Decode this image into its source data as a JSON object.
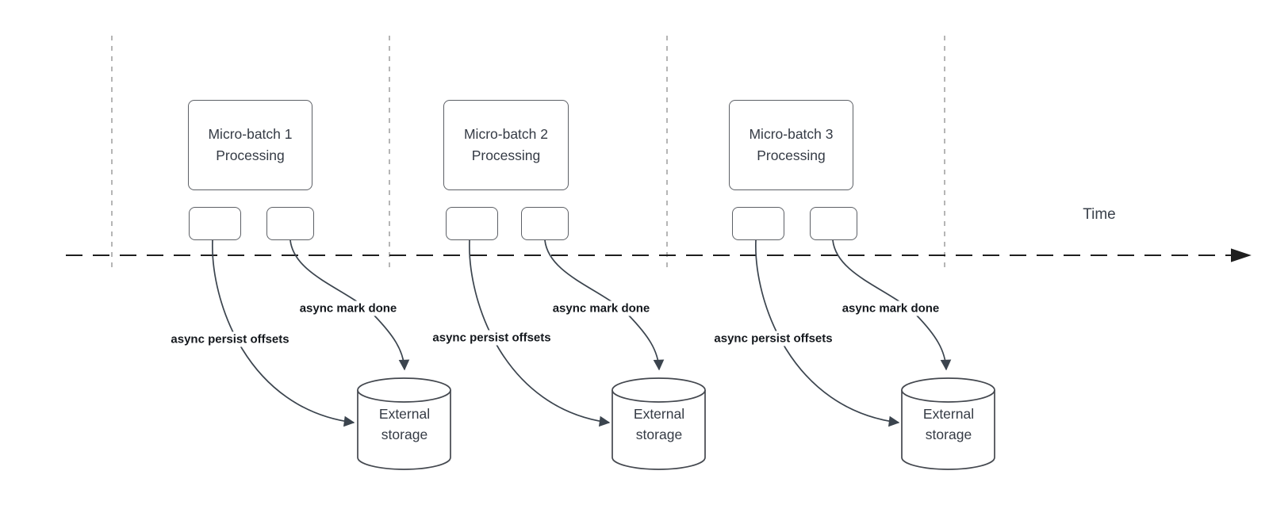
{
  "diagram": {
    "title_hint": "Micro-batch processing timeline with async persistence to external storage",
    "time_axis_label": "Time",
    "batches": [
      {
        "box_line1": "Micro-batch 1",
        "box_line2": "Processing",
        "persist_label": "async persist offsets",
        "mark_done_label": "async mark done",
        "storage_line1": "External",
        "storage_line2": "storage"
      },
      {
        "box_line1": "Micro-batch 2",
        "box_line2": "Processing",
        "persist_label": "async persist offsets",
        "mark_done_label": "async mark done",
        "storage_line1": "External",
        "storage_line2": "storage"
      },
      {
        "box_line1": "Micro-batch 3",
        "box_line2": "Processing",
        "persist_label": "async persist offsets",
        "mark_done_label": "async mark done",
        "storage_line1": "External",
        "storage_line2": "storage"
      }
    ],
    "colors": {
      "background": "#ffffff",
      "shape_border": "#5d6066",
      "cylinder_border": "#44484f",
      "arrow": "#3b444e",
      "axis": "#1f1f1f",
      "gridline": "#a3a3a3",
      "body_text": "#353b45",
      "label_text": "#14181d"
    }
  }
}
